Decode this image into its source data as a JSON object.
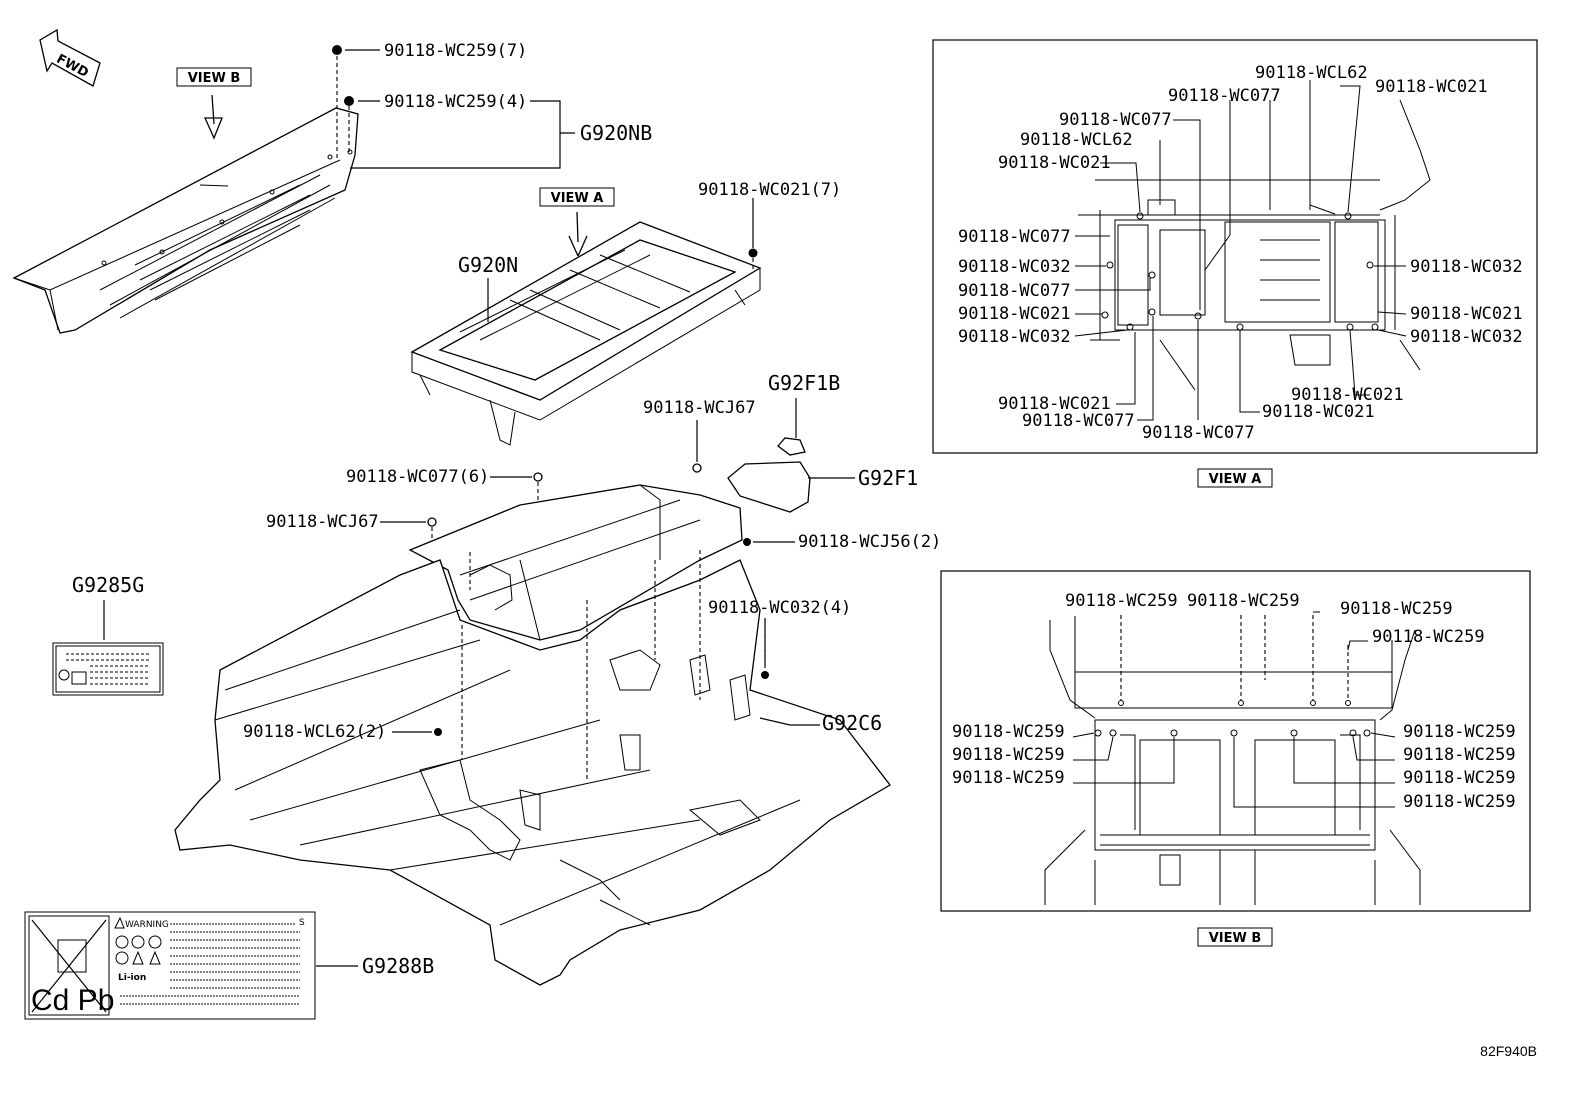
{
  "fwd_label": "FWD",
  "view_tags": {
    "view_b": "VIEW B",
    "view_a": "VIEW A"
  },
  "main_labels": {
    "a": "90118-WC259(7)",
    "b": "90118-WC259(4)",
    "c": "G920NB",
    "d": "90118-WC021(7)",
    "e": "G920N",
    "f": "G92F1B",
    "g": "90118-WCJ67",
    "h": "90118-WC077(6)",
    "i": "G92F1",
    "j": "90118-WCJ67",
    "k": "90118-WCJ56(2)",
    "l": "G9285G",
    "m": "90118-WC032(4)",
    "n": "90118-WCL62(2)",
    "o": "G92C6",
    "p": "G9288B"
  },
  "view_a_labels": {
    "t1": "90118-WCL62",
    "t2": "90118-WC021",
    "t3": "90118-WC077",
    "t4": "90118-WC077",
    "t5": "90118-WCL62",
    "t6": "90118-WC021",
    "l1": "90118-WC077",
    "l2": "90118-WC032",
    "l3": "90118-WC077",
    "l4": "90118-WC021",
    "l5": "90118-WC032",
    "r1": "90118-WC032",
    "r2": "90118-WC021",
    "r3": "90118-WC032",
    "b1": "90118-WC021",
    "b2": "90118-WC077",
    "b3": "90118-WC077",
    "b4": "90118-WC021",
    "b5": "90118-WC021"
  },
  "view_b_labels": {
    "t1": "90118-WC259",
    "t2": "90118-WC259",
    "t3": "90118-WC259",
    "t4": "90118-WC259",
    "l1": "90118-WC259",
    "l2": "90118-WC259",
    "l3": "90118-WC259",
    "r1": "90118-WC259",
    "r2": "90118-WC259",
    "r3": "90118-WC259",
    "r4": "90118-WC259"
  },
  "warning_label": {
    "warning": "WARNING",
    "chem": "Cd Pb",
    "liion": "Li-ion",
    "s": "S"
  },
  "diagram_code": "82F940B"
}
